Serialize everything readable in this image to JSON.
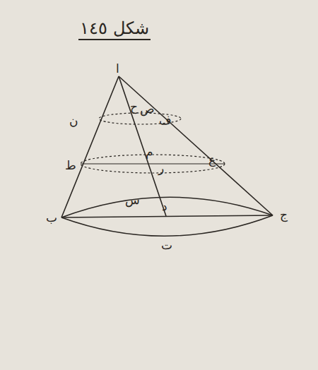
{
  "diagram": {
    "title": "شكل ١٤٥",
    "labels": [
      "ا",
      "ح",
      "ص",
      "ف",
      "ن",
      "م",
      "ر",
      "ع",
      "ط",
      "س",
      "د",
      "ب",
      "ج",
      "ت"
    ]
  }
}
